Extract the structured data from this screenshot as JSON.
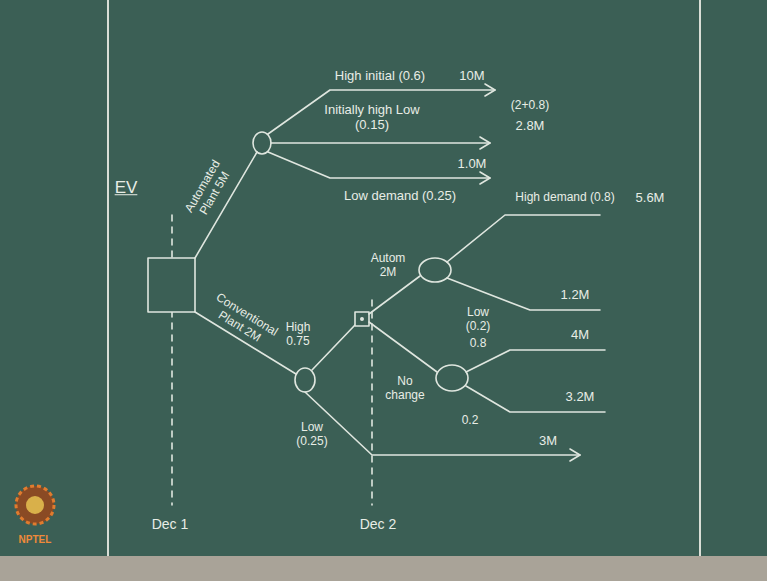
{
  "diagram": {
    "labels": [
      "EV",
      "Automated Plant 5M",
      "High initial (0.6)",
      "10M",
      "Initially high Low (0.15)",
      "(2+0.8)",
      "2.8M",
      "1.0M",
      "Low demand (0.25)",
      "Conventional Plant 2M",
      "High 0.75",
      "Low (0.25)",
      "3M",
      "Autom 2M",
      "High demand (0.8)",
      "5.6M",
      "Low (0.2)",
      "1.2M",
      "No change",
      "0.8",
      "0.2",
      "4M",
      "3.2M",
      "Dec 1",
      "Dec 2",
      "NPTEL"
    ]
  }
}
